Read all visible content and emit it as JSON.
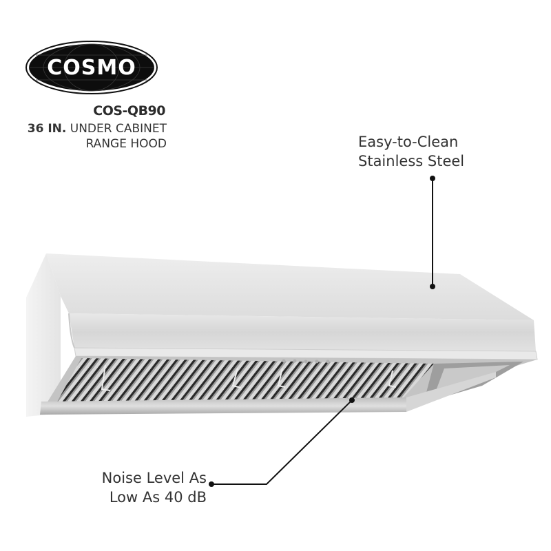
{
  "brand": {
    "logo_text": "COSMO",
    "logo_bg": "#0d0d0d",
    "logo_fg": "#ffffff"
  },
  "product": {
    "model": "COS-QB90",
    "size_bold": "36 IN.",
    "type_line1": " UNDER CABINET",
    "type_line2": "RANGE HOOD"
  },
  "callouts": [
    {
      "line1": "Easy-to-Clean",
      "line2": "Stainless Steel",
      "icon": "leader-line-dot"
    },
    {
      "line1": "Noise Level As",
      "line2": "Low As 40 dB",
      "icon": "leader-line-dot"
    }
  ],
  "colors": {
    "text": "#333333",
    "steel_light": "#e6e6e6",
    "steel_mid": "#cfcfcf",
    "steel_dark": "#8a8a8a",
    "leader": "#111111"
  }
}
